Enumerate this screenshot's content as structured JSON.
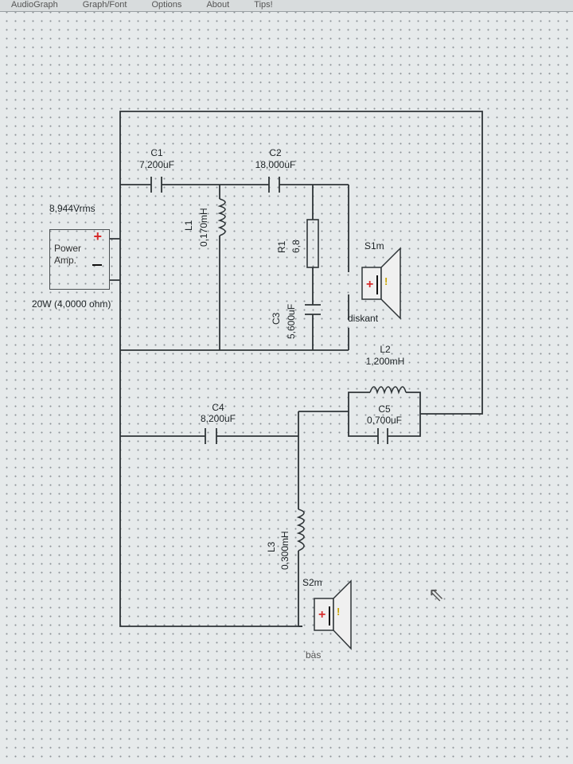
{
  "menu": {
    "items": [
      "AudioGraph",
      "Graph/Font",
      "Options",
      "About",
      "Tips!"
    ]
  },
  "source": {
    "voltage": "8,944Vrms",
    "name_line1": "Power",
    "name_line2": "Amp.",
    "power": "20W (4,0000 ohm)"
  },
  "components": {
    "C1": {
      "name": "C1",
      "value": "7,200uF"
    },
    "C2": {
      "name": "C2",
      "value": "18,000uF"
    },
    "L1": {
      "name": "L1",
      "value": "0,170mH"
    },
    "R1": {
      "name": "R1",
      "value": "6,8"
    },
    "C3": {
      "name": "C3",
      "value": "5,600uF"
    },
    "S1": {
      "name": "S1m",
      "label": "diskant"
    },
    "L2": {
      "name": "L2",
      "value": "1,200mH"
    },
    "C4": {
      "name": "C4",
      "value": "8,200uF"
    },
    "C5": {
      "name": "C5",
      "value": "0,700uF"
    },
    "L3": {
      "name": "L3",
      "value": "0,300mH"
    },
    "S2": {
      "name": "S2m",
      "label": "bas"
    }
  },
  "colors": {
    "wire": "#2f3538",
    "plus": "#d62b2b",
    "speaker_fill": "#f0f0f0"
  }
}
